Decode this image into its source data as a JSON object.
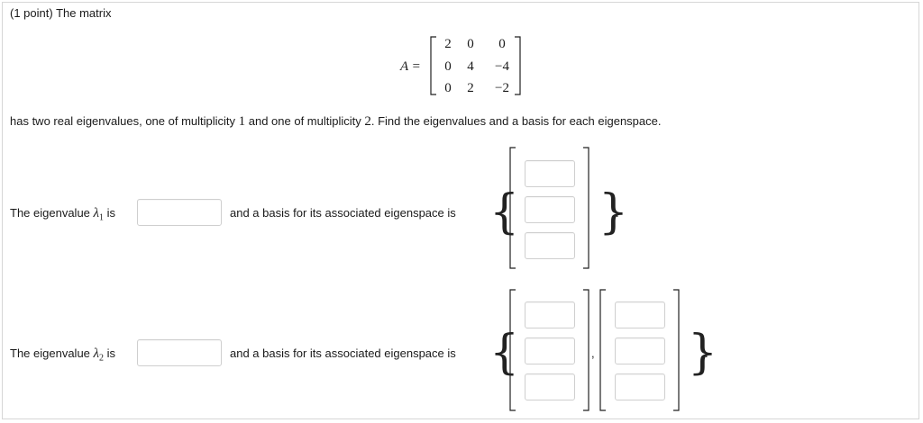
{
  "problem": {
    "points_label": "(1 point) The matrix",
    "matrix_lhs": "A =",
    "matrix": [
      [
        "2",
        "0",
        "0"
      ],
      [
        "0",
        "4",
        "−4"
      ],
      [
        "0",
        "2",
        "−2"
      ]
    ],
    "description_prefix": "has two real eigenvalues, one of multiplicity ",
    "multiplicity_one": "1",
    "description_middle": " and one of multiplicity ",
    "multiplicity_two": "2",
    "description_suffix": ". Find the eigenvalues and a basis for each eigenspace."
  },
  "eigen1": {
    "label_prefix": "The eigenvalue ",
    "lambda": "λ",
    "subscript": "1",
    "label_suffix": " is",
    "value": "",
    "basis_label": "and a basis for its associated eigenspace is",
    "vector": [
      "",
      "",
      ""
    ],
    "open_brace": "{",
    "close_brace": "}",
    "end_period": "."
  },
  "eigen2": {
    "label_prefix": "The eigenvalue ",
    "lambda": "λ",
    "subscript": "2",
    "label_suffix": " is",
    "value": "",
    "basis_label": "and a basis for its associated eigenspace is",
    "vectors": [
      [
        "",
        "",
        ""
      ],
      [
        "",
        "",
        ""
      ]
    ],
    "separator": ",",
    "open_brace": "{",
    "close_brace": "}",
    "end_period": "."
  }
}
